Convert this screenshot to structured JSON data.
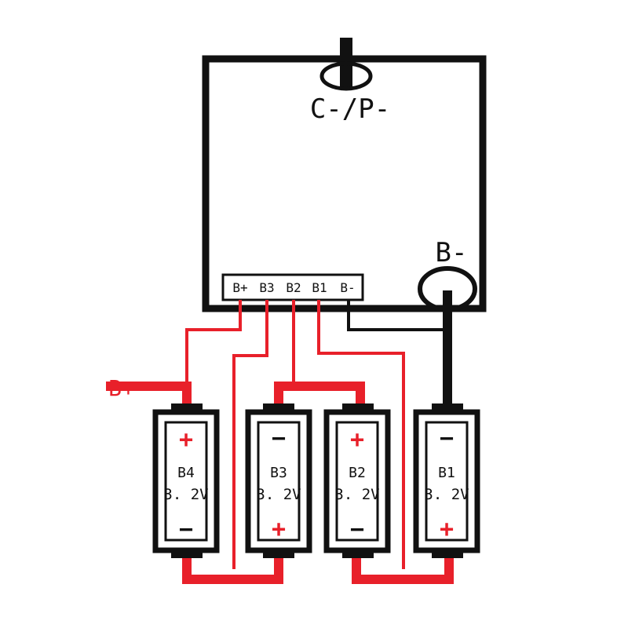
{
  "board": {
    "output_label": "C-/P-",
    "bminus_label": "B-",
    "terminals": [
      "B+",
      "B3",
      "B2",
      "B1",
      "B-"
    ]
  },
  "external": {
    "bplus_label": "B+"
  },
  "cells": [
    {
      "name": "B4",
      "voltage": "3. 2V",
      "top": "+",
      "bottom": "−"
    },
    {
      "name": "B3",
      "voltage": "3. 2V",
      "top": "−",
      "bottom": "+"
    },
    {
      "name": "B2",
      "voltage": "3. 2V",
      "top": "+",
      "bottom": "−"
    },
    {
      "name": "B1",
      "voltage": "3. 2V",
      "top": "−",
      "bottom": "+"
    }
  ],
  "colors": {
    "wire_red": "#e8202a",
    "wire_black": "#111111",
    "background": "#ffffff"
  }
}
